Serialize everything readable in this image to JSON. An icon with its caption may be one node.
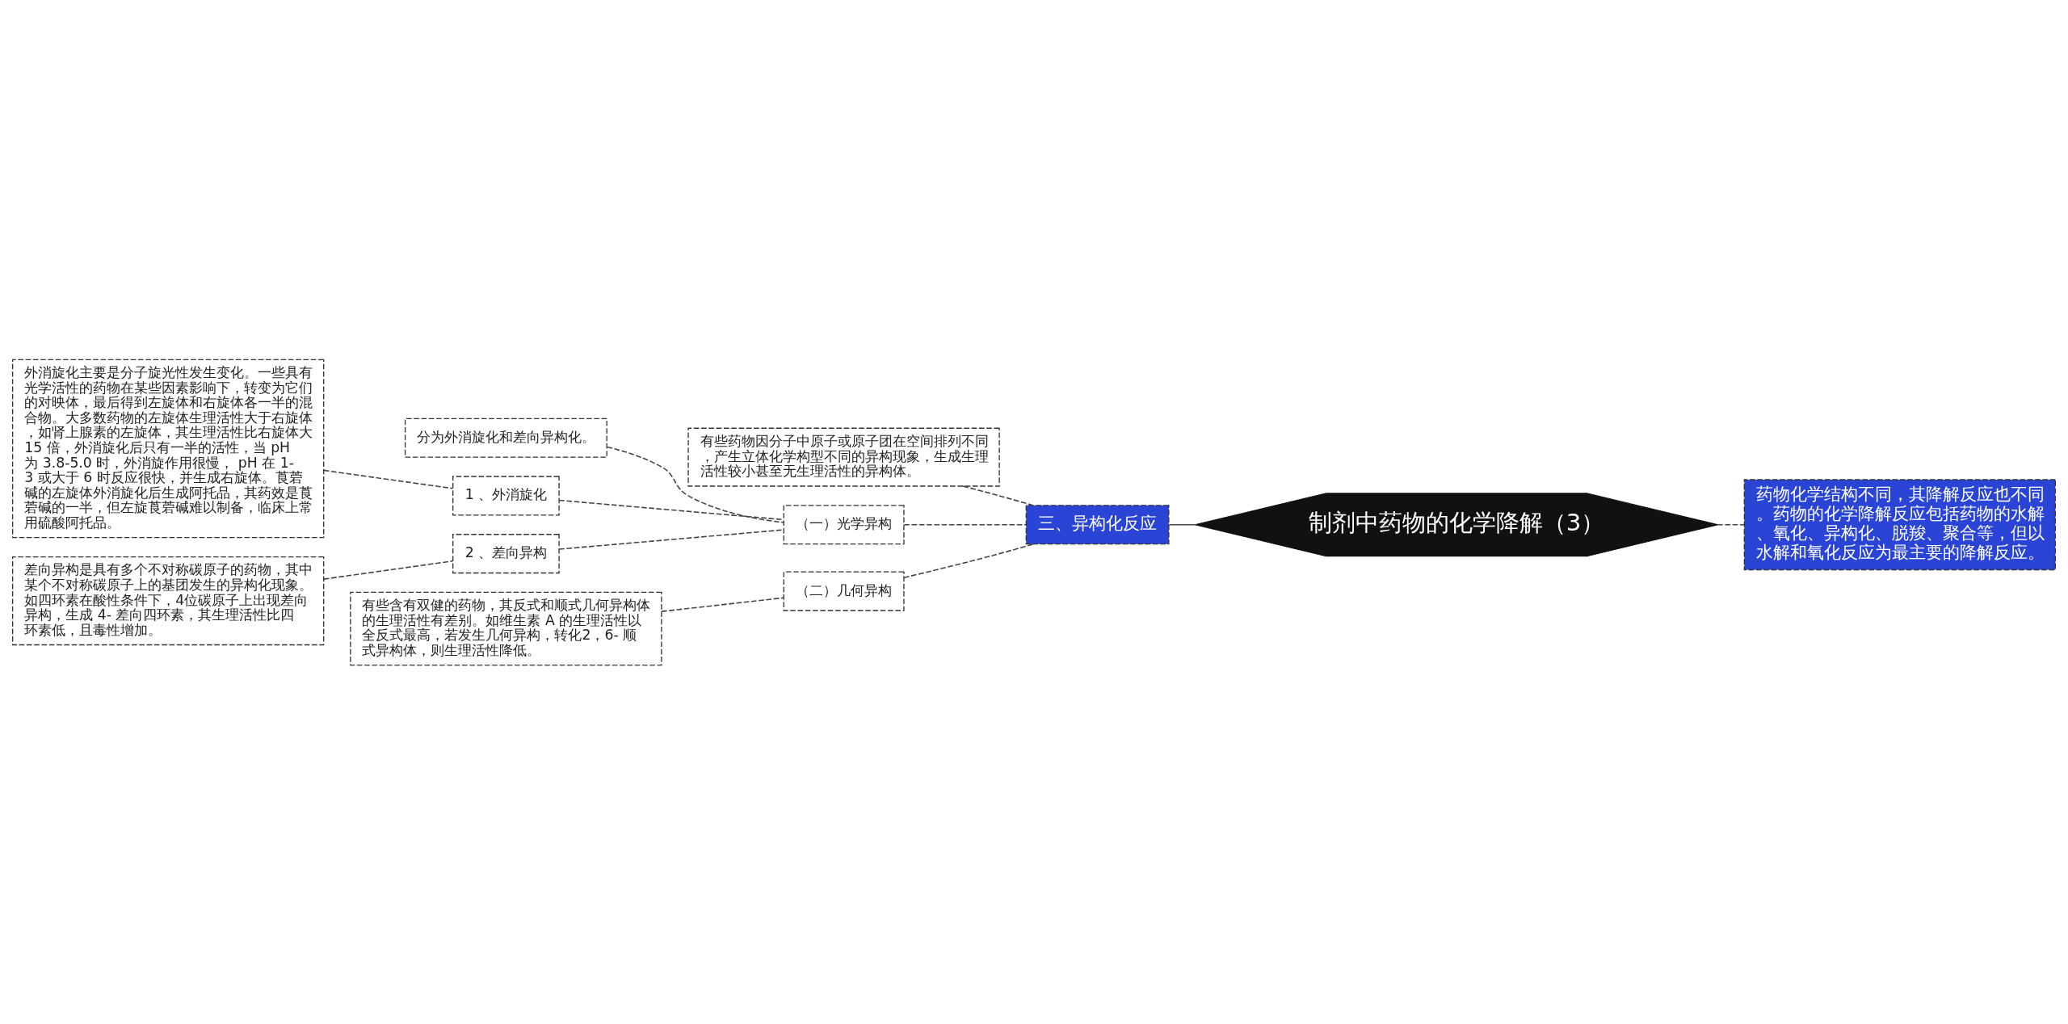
{
  "diagram": {
    "nodes": [
      {
        "text": [
          "制剂中药物的化学降解（3）"
        ]
      },
      {
        "text": [
          "药物化学结构不同，其降解反应也不同。药物的化学降解反应包括药物的水解、氧化、异构化、脱羧、聚合等，但以水解和氧化反应为最主要的降解反应。"
        ]
      },
      {
        "text": [
          "三、异构化反应"
        ]
      },
      {
        "text": [
          "有些药物因分子中原子或原子团在空间排列不同，产生立体化学构型不同的异构现象，生成生理活性较小甚至无生理活性的异构体。"
        ]
      },
      {
        "text": [
          "（一）光学异构"
        ]
      },
      {
        "text": [
          "分为外消旋化和差向异构化。"
        ]
      },
      {
        "text": [
          "1 、外消旋化"
        ]
      },
      {
        "text": [
          "外消旋化主要是分子旋光性发生变化。一些具有光学活性的药物在某些因素影响下，转变为它们的对映体，最后得到左旋体和右旋体各一半的混合物。大多数药物的左旋体生理活性大于右旋体，如肾上腺素的左旋体，其生理活性比右旋体大 15 倍，外消旋化后只有一半的活性，当 pH 为 3.8-5.0 时，外消旋作用很慢， pH 在 1-3 或大于 6 时反应很快，并生成右旋体。莨菪碱的左旋体外消旋化后生成阿托品，其药效是莨菪碱的一半，但左旋莨菪碱难以制备，临床上常用硫酸阿托品。"
        ]
      },
      {
        "text": [
          "2 、差向异构"
        ]
      },
      {
        "text": [
          "差向异构是具有多个不对称碳原子的药物，其中某个不对称碳原子上的基团发生的异构化现象。如四环素在酸性条件下，4位碳原子上出现差向异构，生成 4- 差向四环素，其生理活性比四环素低，且毒性增加。"
        ]
      },
      {
        "text": [
          "（二）几何异构"
        ]
      },
      {
        "text": [
          "有些含有双健的药物，其反式和顺式几何异构体的生理活性有差别。如维生素 A 的生理活性以全反式最高，若发生几何异构，转化2，6- 顺式异构体，则生理活性降低。"
        ]
      }
    ],
    "edges": [
      {
        "from": 0,
        "to": 1,
        "arrow": "none",
        "style": "dashed"
      },
      {
        "from": 0,
        "to": 2,
        "arrow": "none"
      },
      {
        "from": 2,
        "to": 3,
        "arrow": "none",
        "style": "dashed"
      },
      {
        "from": 2,
        "to": 4,
        "arrow": "none",
        "style": "dashed"
      },
      {
        "from": 2,
        "to": 10,
        "arrow": "none",
        "style": "dashed"
      },
      {
        "from": 4,
        "to": 5,
        "arrow": "none",
        "style": "dashed"
      },
      {
        "from": 4,
        "to": 6,
        "arrow": "none",
        "style": "dashed"
      },
      {
        "from": 4,
        "to": 8,
        "arrow": "none",
        "style": "dashed"
      },
      {
        "from": 6,
        "to": 7,
        "arrow": "none",
        "style": "dashed"
      },
      {
        "from": 8,
        "to": 9,
        "arrow": "none",
        "style": "dashed"
      },
      {
        "from": 10,
        "to": 11,
        "arrow": "none",
        "style": "dashed"
      }
    ]
  }
}
